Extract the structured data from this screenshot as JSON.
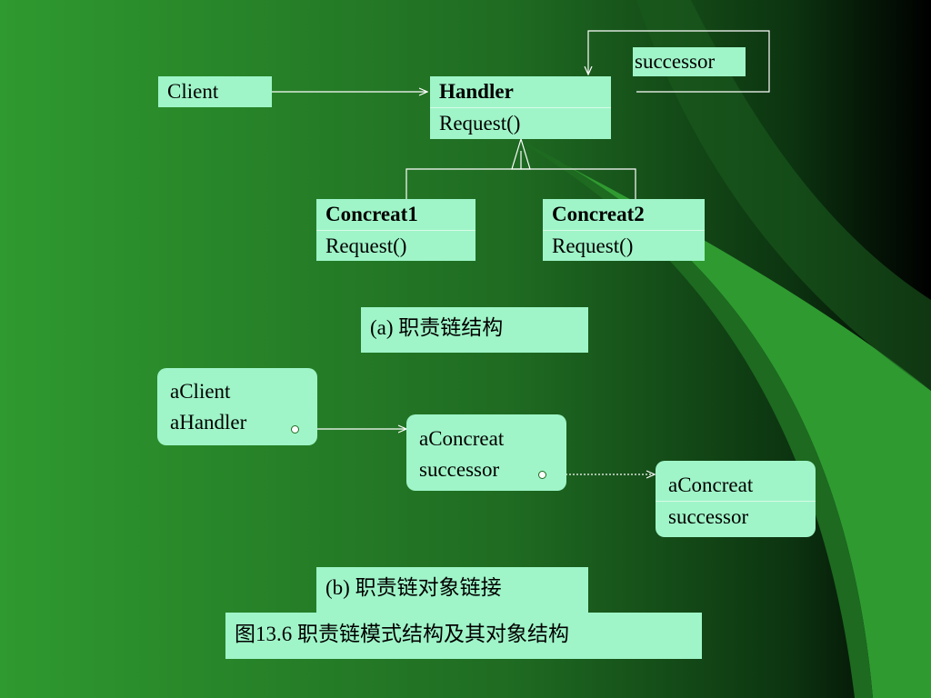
{
  "structure": {
    "client_label": "Client",
    "handler": {
      "name": "Handler",
      "method": "Request()"
    },
    "concrete1": {
      "name": "Concreat1",
      "method": "Request()"
    },
    "concrete2": {
      "name": "Concreat2",
      "method": "Request()"
    },
    "successor_label": "successor"
  },
  "caption_a": "(a) 职责链结构",
  "objects": {
    "client_obj": {
      "line1": "aClient",
      "line2": "aHandler"
    },
    "concrete_obj_1": {
      "line1": "aConcreat",
      "line2": "successor"
    },
    "concrete_obj_2": {
      "line1": "aConcreat",
      "line2": "successor"
    }
  },
  "caption_b": "(b) 职责链对象链接",
  "figure_caption": "图13.6 职责链模式结构及其对象结构",
  "colors": {
    "box_fill": "#9ff5c8",
    "background_green": "#2d8b2d",
    "dark_corner": "#000000",
    "connector": "#ffffff"
  }
}
